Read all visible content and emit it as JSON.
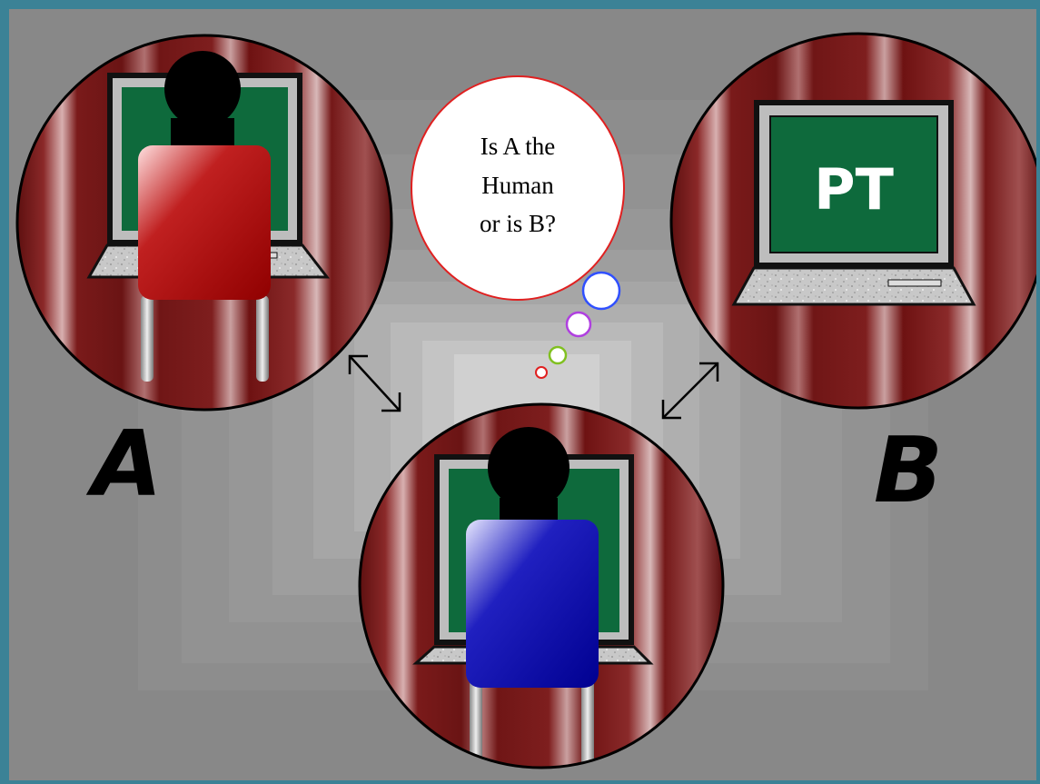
{
  "thought": {
    "lines": [
      "Is A the",
      "Human",
      "or is B?"
    ]
  },
  "labels": {
    "a": "A",
    "b": "B"
  },
  "screen_b": {
    "text": "PT"
  },
  "colors": {
    "border": "#3b8296",
    "background": "#888888",
    "wood": "#7a1a1a",
    "screen": "#0e6a3c",
    "person_a_chair": "#b01010",
    "person_b_chair": "#1a1aa8",
    "bubble_a": "#3050ff",
    "bubble_b": "#b040e0",
    "bubble_c": "#80c020",
    "bubble_d": "#e02020"
  }
}
